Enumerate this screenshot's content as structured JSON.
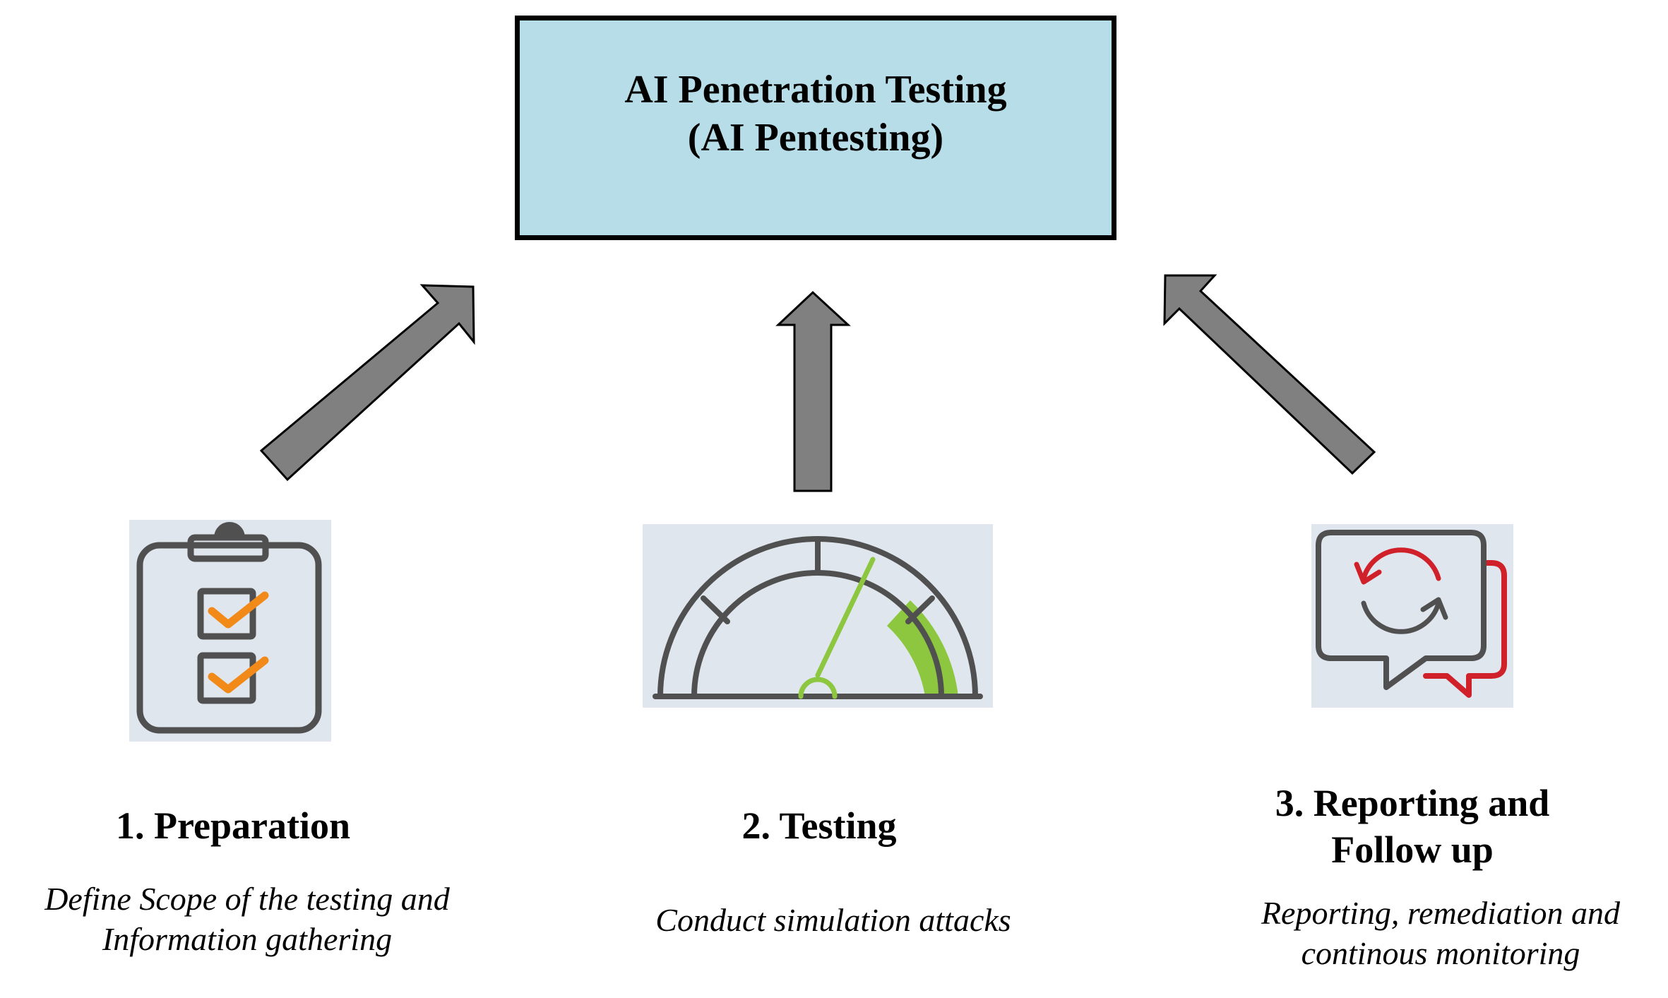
{
  "header": {
    "line1": "AI Penetration Testing",
    "line2": "(AI Pentesting)"
  },
  "steps": [
    {
      "title": "1. Preparation",
      "desc_line1": "Define Scope of the testing and",
      "desc_line2": "Information gathering",
      "icon": "clipboard-checklist-icon"
    },
    {
      "title": "2. Testing",
      "desc_line1": "Conduct simulation attacks",
      "icon": "speedometer-gauge-icon"
    },
    {
      "title_line1": "3. Reporting and",
      "title_line2": "Follow up",
      "desc_line1": "Reporting, remediation and",
      "desc_line2": "continous monitoring",
      "icon": "chat-refresh-icon"
    }
  ],
  "colors": {
    "title_box_fill": "#b7dde8",
    "arrow_fill": "#808080",
    "icon_tile": "#dfe6ed",
    "check_orange": "#f28a1a",
    "gauge_green": "#8dc63f",
    "refresh_red": "#d0202a",
    "icon_dark": "#505050"
  }
}
